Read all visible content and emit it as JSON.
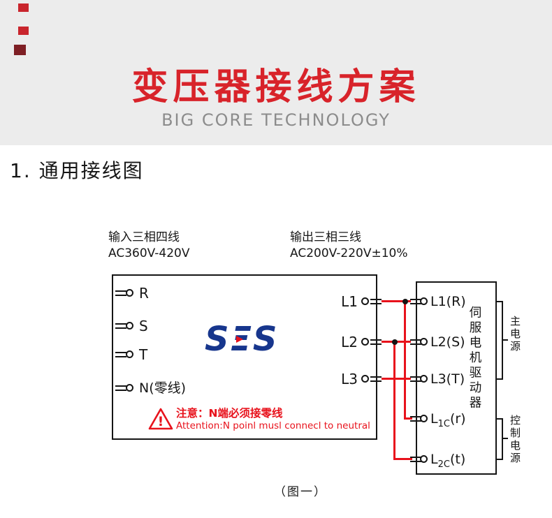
{
  "header": {
    "title": "变压器接线方案",
    "subtitle": "BIG CORE TECHNOLOGY"
  },
  "section": {
    "title": "1. 通用接线图"
  },
  "diagram": {
    "input_label": {
      "line1": "输入三相四线",
      "line2": "AC360V-420V"
    },
    "output_label": {
      "line1": "输出三相三线",
      "line2": "AC200V-220V±10%"
    },
    "transformer": {
      "logo_text": "SΞS",
      "input_terminals": [
        "R",
        "S",
        "T",
        "N(零线)"
      ],
      "output_terminals": [
        "L1",
        "L2",
        "L3"
      ],
      "warning": {
        "icon": "warning-triangle",
        "line_cn": "注意：N端必须接零线",
        "line_en": "Attention:N poinl musl connecl to neutral"
      }
    },
    "servo": {
      "vertical_label": "伺服电机驱动器",
      "terminals": [
        {
          "pre": "L1(R)",
          "sub": "",
          "post": ""
        },
        {
          "pre": "L2(S)",
          "sub": "",
          "post": ""
        },
        {
          "pre": "L3(T)",
          "sub": "",
          "post": ""
        },
        {
          "pre": "L",
          "sub": "1C",
          "post": "(r)"
        },
        {
          "pre": "L",
          "sub": "2C",
          "post": "(t)"
        }
      ],
      "main_power_label": "主电源",
      "control_power_label": "控制电源"
    },
    "caption": "（图一）",
    "colors": {
      "title_red": "#d8232a",
      "wire_red": "#e8121c",
      "logo_blue": "#17368d"
    }
  }
}
